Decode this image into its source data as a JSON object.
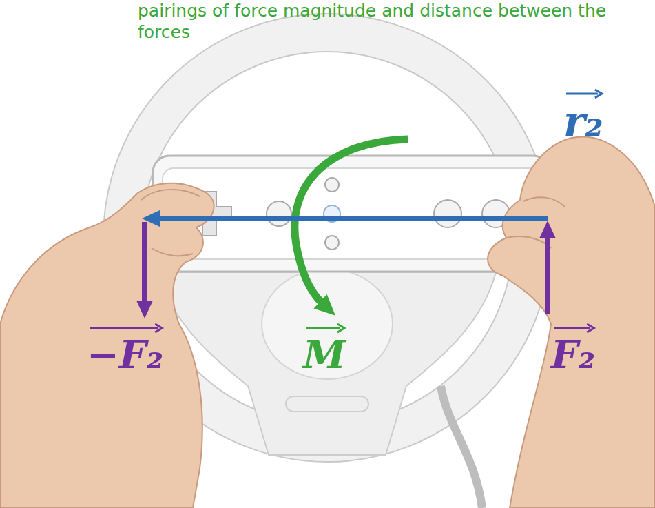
{
  "diagram": {
    "labels": [
      "pairings of force magnitude and distance between the forces",
      "r₂",
      "−F₂",
      "M",
      "F₂"
    ]
  }
}
